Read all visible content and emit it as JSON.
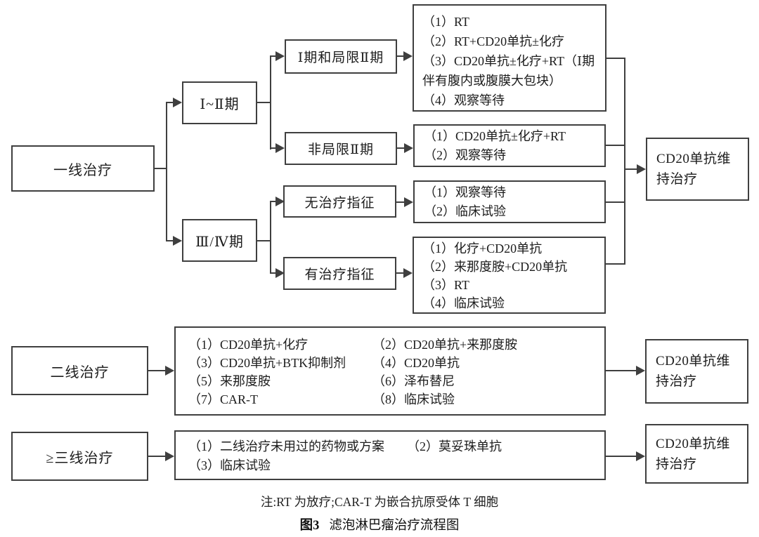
{
  "colors": {
    "line": "#3f3f3f",
    "text": "#1c1c1c",
    "background": "#ffffff"
  },
  "flowchart": {
    "first_line": {
      "label": "一线治疗",
      "stage_groups": [
        {
          "label": "Ⅰ~Ⅱ期",
          "branches": [
            {
              "label": "Ⅰ期和局限Ⅱ期",
              "options": [
                "（1）RT",
                "（2）RT+CD20单抗±化疗",
                "（3）CD20单抗±化疗+RT（Ⅰ期伴有腹内或腹膜大包块）",
                "（4）观察等待"
              ]
            },
            {
              "label": "非局限Ⅱ期",
              "options": [
                "（1）CD20单抗±化疗+RT",
                "（2）观察等待"
              ]
            }
          ]
        },
        {
          "label": "Ⅲ/Ⅳ期",
          "branches": [
            {
              "label": "无治疗指征",
              "options": [
                "（1）观察等待",
                "（2）临床试验"
              ]
            },
            {
              "label": "有治疗指征",
              "options": [
                "（1）化疗+CD20单抗",
                "（2）来那度胺+CD20单抗",
                "（3）RT",
                "（4）临床试验"
              ]
            }
          ]
        }
      ],
      "maintenance": "CD20单抗维持治疗"
    },
    "second_line": {
      "label": "二线治疗",
      "options": [
        "（1）CD20单抗+化疗",
        "（2）CD20单抗+来那度胺",
        "（3）CD20单抗+BTK抑制剂",
        "（4）CD20单抗",
        "（5）来那度胺",
        "（6）泽布替尼",
        "（7）CAR-T",
        "（8）临床试验"
      ],
      "maintenance": "CD20单抗维持治疗"
    },
    "third_line": {
      "label": "≥三线治疗",
      "options": [
        "（1）二线治疗未用过的药物或方案",
        "（2）莫妥珠单抗",
        "（3）临床试验"
      ],
      "maintenance": "CD20单抗维持治疗"
    },
    "note": "注:RT 为放疗;CAR-T 为嵌合抗原受体 T 细胞",
    "caption": {
      "label": "图3",
      "title": "滤泡淋巴瘤治疗流程图"
    }
  }
}
